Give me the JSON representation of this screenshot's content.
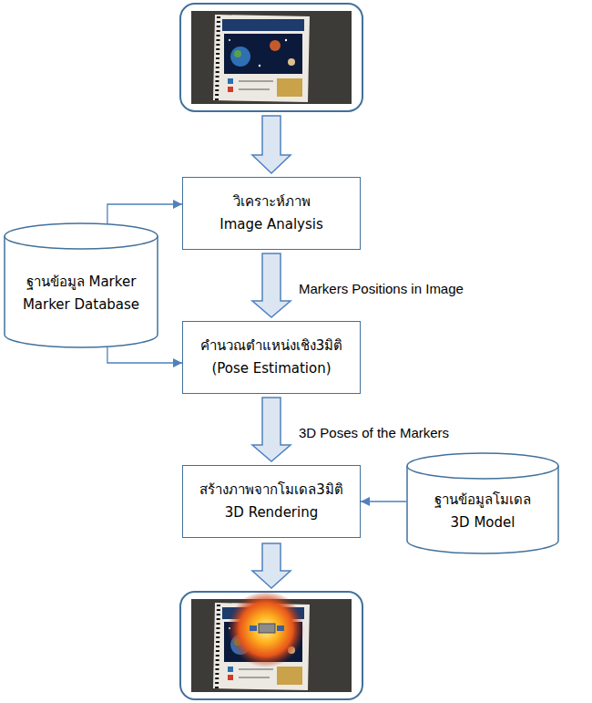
{
  "diagram": {
    "nodes": [
      {
        "text": [
          "วิเคราะห์ภาพ",
          "Image Analysis"
        ]
      },
      {
        "text": [
          "ฐานข้อมูล Marker",
          "Marker Database"
        ]
      },
      {
        "text": [
          "คำนวณตำแหน่งเชิง3มิติ",
          "(Pose Estimation)"
        ]
      },
      {
        "text": [
          "สร้างภาพจากโมเดล3มิติ",
          "3D Rendering"
        ]
      },
      {
        "text": [
          "ฐานข้อมูลโมเดล",
          "3D Model"
        ]
      }
    ],
    "edges": [
      {
        "from": 1,
        "to": 0,
        "arrow": "to"
      },
      {
        "from": 0,
        "to": 2,
        "arrow": "to",
        "label": "Markers Positions in Image"
      },
      {
        "from": 1,
        "to": 2,
        "arrow": "to"
      },
      {
        "from": 2,
        "to": 3,
        "arrow": "to",
        "label": "3D Poses of the Markers"
      },
      {
        "from": 4,
        "to": 3,
        "arrow": "to"
      }
    ]
  }
}
